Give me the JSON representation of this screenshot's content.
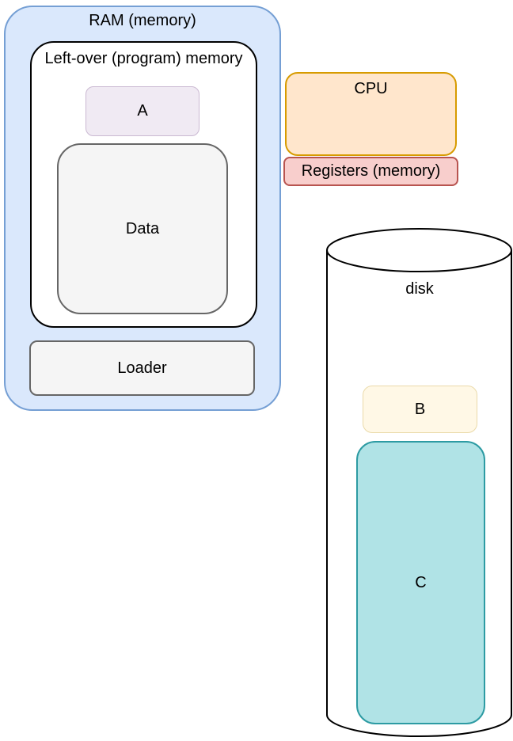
{
  "diagram": {
    "ram": {
      "label": "RAM (memory)",
      "fill": "#dae8fc",
      "stroke": "#759fd4"
    },
    "leftover_memory": {
      "label": "Left-over (program) memory",
      "fill": "#ffffff",
      "stroke": "#000000"
    },
    "block_a": {
      "label": "A",
      "fill": "#f0eaf3",
      "stroke": "#cab9d2"
    },
    "data_block": {
      "label": "Data",
      "fill": "#f5f5f5",
      "stroke": "#666666"
    },
    "loader": {
      "label": "Loader",
      "fill": "#f5f5f5",
      "stroke": "#666666"
    },
    "cpu": {
      "label": "CPU",
      "fill": "#ffe6cc",
      "stroke": "#d79b00"
    },
    "registers": {
      "label": "Registers (memory)",
      "fill": "#f8cecc",
      "stroke": "#b85450"
    },
    "disk": {
      "label": "disk",
      "fill": "#ffffff",
      "stroke": "#000000"
    },
    "block_b": {
      "label": "B",
      "fill": "#fff8e6",
      "stroke": "#eadaaa"
    },
    "block_c": {
      "label": "C",
      "fill": "#b0e3e6",
      "stroke": "#2d9ba3"
    }
  }
}
